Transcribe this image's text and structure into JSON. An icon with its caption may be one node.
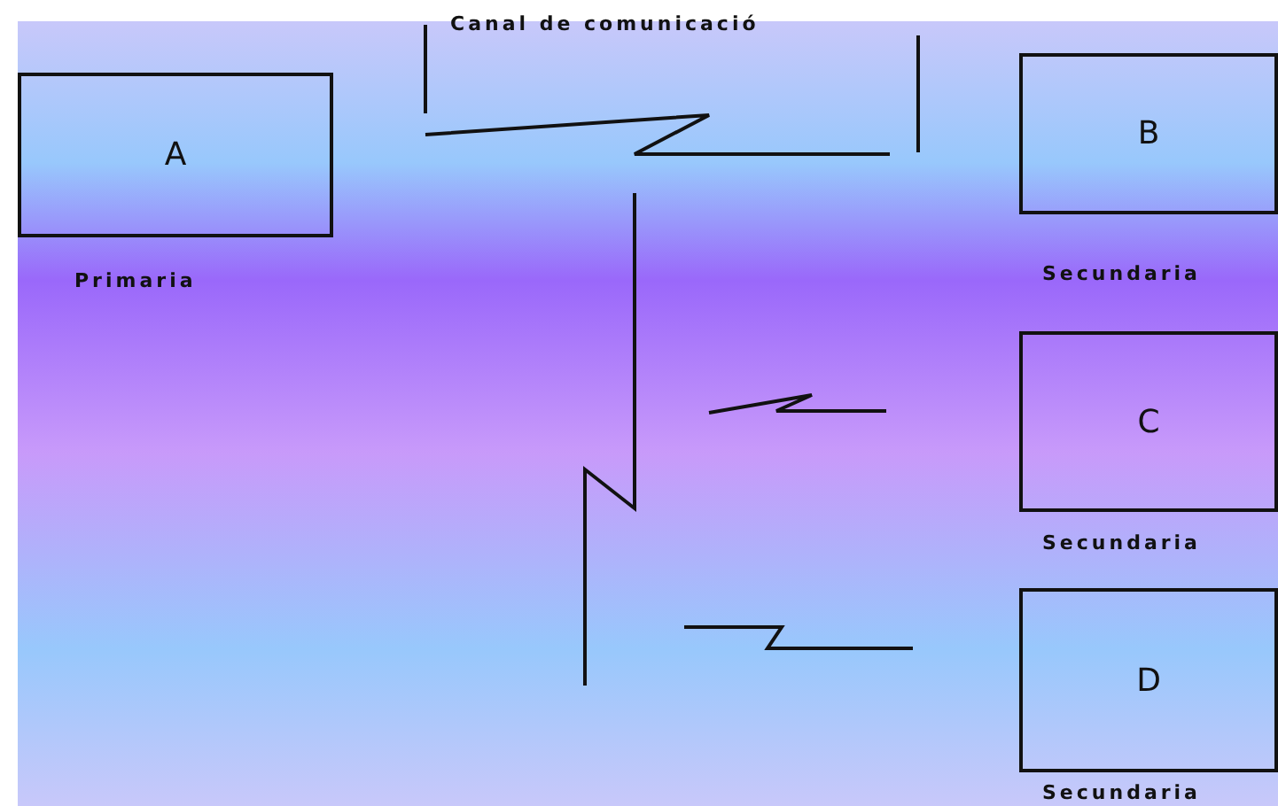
{
  "diagram": {
    "nodes": [
      {
        "text": [
          "A"
        ],
        "beside": [
          "Primaria"
        ]
      },
      {
        "text": [
          "B"
        ],
        "beside": [
          "Secundaria"
        ]
      },
      {
        "text": [
          "C"
        ],
        "beside": [
          "Secundaria"
        ]
      },
      {
        "text": [
          "D"
        ],
        "beside": [
          "Secundaria"
        ]
      }
    ],
    "labels": [
      "Canal de comunicació"
    ]
  }
}
